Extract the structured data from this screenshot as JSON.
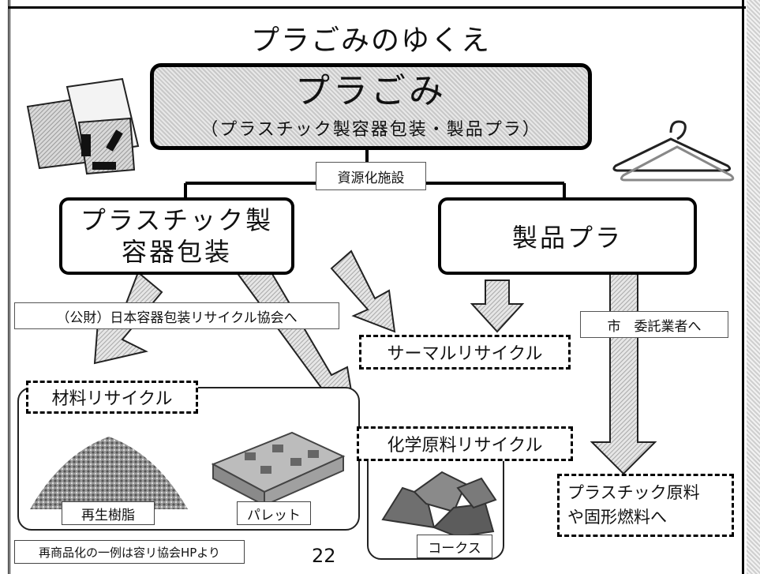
{
  "title": "プラごみのゆくえ",
  "main_box": {
    "title": "プラごみ",
    "subtitle": "（プラスチック製容器包装・製品プラ）"
  },
  "facility_label": "資源化施設",
  "plastic_containers_box": {
    "line1": "プラスチック製",
    "line2": "容器包装"
  },
  "product_plastic_box": {
    "label": "製品プラ"
  },
  "jcpra_label": "（公財）日本容器包装リサイクル協会へ",
  "city_contractor_label": "市　委託業者へ",
  "thermal_recycle": "サーマルリサイクル",
  "material_recycle": "材料リサイクル",
  "chemical_recycle": "化学原料リサイクル",
  "recycled_resin": "再生樹脂",
  "pallet": "パレット",
  "coke": "コークス",
  "raw_material_fuel": {
    "line1": "プラスチック原料",
    "line2": "や固形燃料へ"
  },
  "footnote": "再商品化の一例は容リ協会HPより",
  "page_number": "22",
  "colors": {
    "arrow_fill": "#bdbdbd",
    "box_border": "#000000",
    "hatch": "#d0d0d0"
  },
  "icons": [
    "plastic-packaging-icon",
    "hanger-icon"
  ]
}
